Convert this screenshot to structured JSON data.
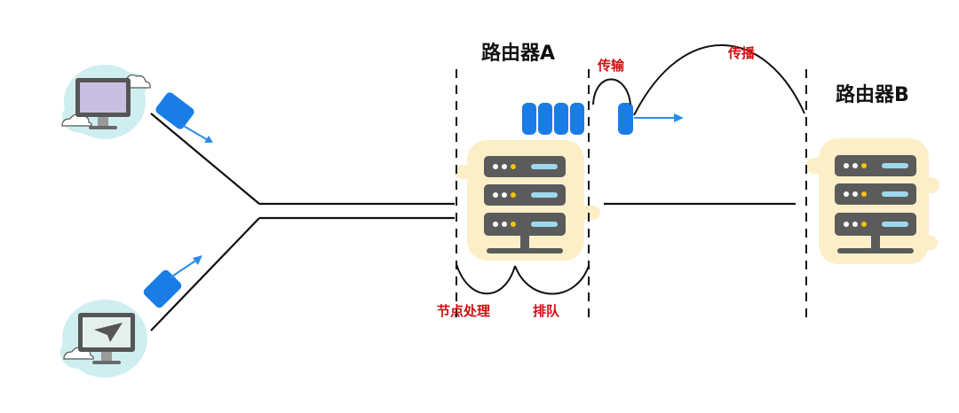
{
  "router_a": {
    "title": "路由器A"
  },
  "router_b": {
    "title": "路由器B"
  },
  "delays": {
    "processing": "节点处理",
    "queuing": "排队",
    "transmission": "传输",
    "propagation": "传播"
  },
  "colors": {
    "delay_label": "#cc1111",
    "packet": "#1a7de6",
    "packet_arrow": "#2b8fe8",
    "line": "#111111",
    "server_body": "#5b5b5b",
    "server_led": "#f5c400",
    "server_slot": "#9ed8ee",
    "cloud_blob": "#cfeef0",
    "router_glow": "#fcefc8"
  },
  "icons": [
    "desktop-computer-icon",
    "paper-plane-computer-icon",
    "server-stack-icon",
    "packet-icon"
  ]
}
